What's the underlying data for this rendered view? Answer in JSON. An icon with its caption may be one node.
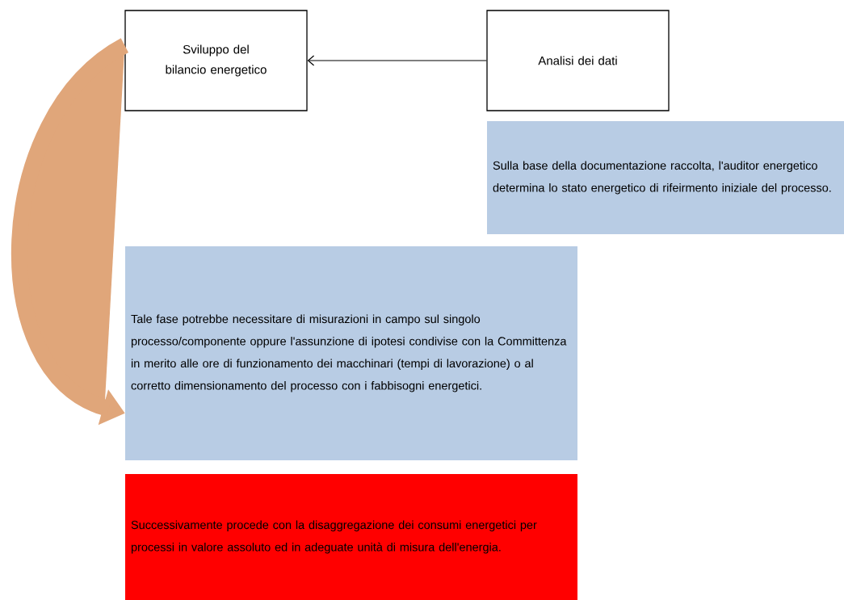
{
  "diagram": {
    "nodes": [
      {
        "text": [
          "Sviluppo del bilancio energetico"
        ]
      },
      {
        "text": [
          "Analisi dei dati"
        ]
      },
      {
        "text": [
          "Sulla base della documentazione raccolta, l'auditor energetico determina lo stato energetico di rifeirmento iniziale del processo."
        ]
      },
      {
        "text": [
          "Tale fase potrebbe necessitare di misurazioni in campo sul singolo processo/componente oppure l'assunzione di ipotesi condivise con la Committenza in merito alle ore di funzionamento dei macchinari (tempi di lavorazione) o al corretto dimensionamento del processo con i fabbisogni energetici."
        ]
      },
      {
        "text": [
          "Successivamente procede con la disaggregazione dei consumi energetici per processi in valore assoluto ed in adeguate unità di misura dell'energia."
        ]
      }
    ],
    "edges": [
      {
        "from": 1,
        "to": 0,
        "arrow": "to"
      },
      {
        "from": 0,
        "to": 3,
        "arrow": "to",
        "style": "thick",
        "color": "#e0a67a"
      }
    ]
  }
}
